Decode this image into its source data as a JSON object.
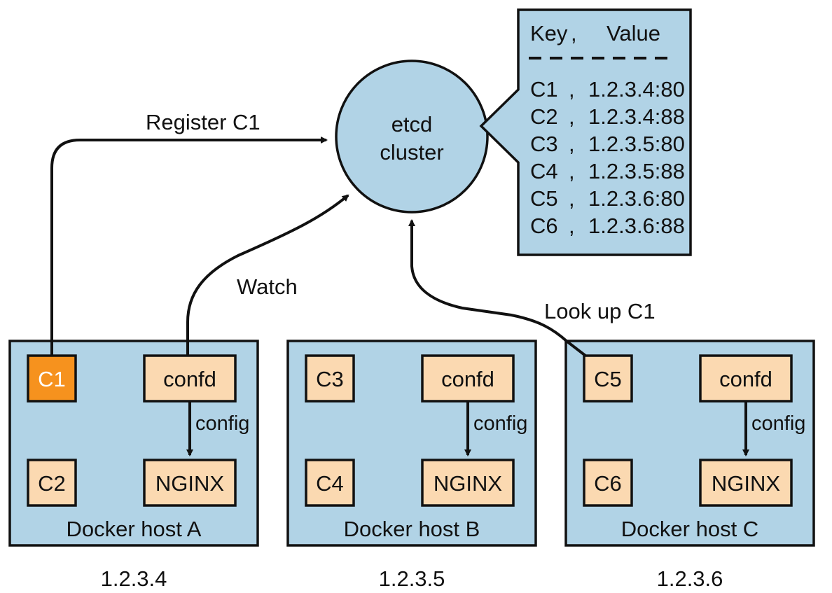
{
  "colors": {
    "host_fill": "#b1d3e6",
    "box_fill": "#fbd9b1",
    "highlight_fill": "#f6921e",
    "stroke": "#111111"
  },
  "etcd": {
    "label_line1": "etcd",
    "label_line2": "cluster"
  },
  "kv_table": {
    "header_key": "Key",
    "header_sep": ",",
    "header_value": "Value",
    "rows": [
      {
        "key": "C1",
        "sep": ",",
        "value": "1.2.3.4:80"
      },
      {
        "key": "C2",
        "sep": ",",
        "value": "1.2.3.4:88"
      },
      {
        "key": "C3",
        "sep": ",",
        "value": "1.2.3.5:80"
      },
      {
        "key": "C4",
        "sep": ",",
        "value": "1.2.3.5:88"
      },
      {
        "key": "C5",
        "sep": ",",
        "value": "1.2.3.6:80"
      },
      {
        "key": "C6",
        "sep": ",",
        "value": "1.2.3.6:88"
      }
    ]
  },
  "arrows": {
    "register": "Register C1",
    "watch": "Watch",
    "lookup": "Look up C1"
  },
  "hosts": [
    {
      "name": "Docker host A",
      "ip": "1.2.3.4",
      "top_container": "C1",
      "bottom_container": "C2",
      "confd": "confd",
      "nginx": "NGINX",
      "config": "config"
    },
    {
      "name": "Docker host B",
      "ip": "1.2.3.5",
      "top_container": "C3",
      "bottom_container": "C4",
      "confd": "confd",
      "nginx": "NGINX",
      "config": "config"
    },
    {
      "name": "Docker host C",
      "ip": "1.2.3.6",
      "top_container": "C5",
      "bottom_container": "C6",
      "confd": "confd",
      "nginx": "NGINX",
      "config": "config"
    }
  ]
}
